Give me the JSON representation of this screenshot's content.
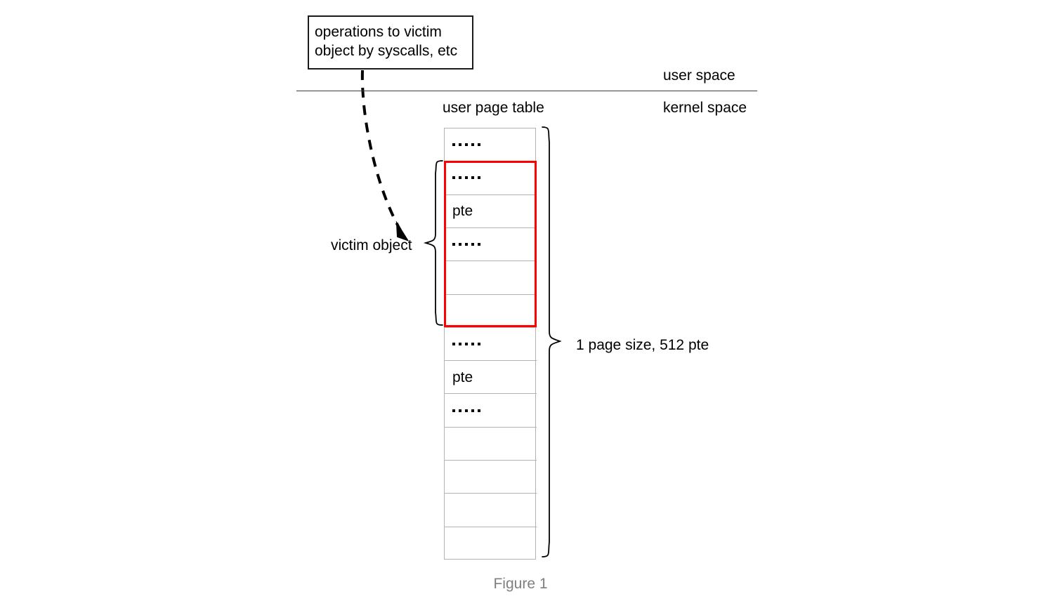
{
  "figure": {
    "caption": "Figure 1"
  },
  "note": {
    "line1": "operations to victim",
    "line2": "object by syscalls, etc"
  },
  "regions": {
    "user_space": "user space",
    "kernel_space": "kernel space",
    "user_page_table": "user page table"
  },
  "annotations": {
    "victim_object": "victim object",
    "page_size": "1 page size, 512 pte"
  },
  "page_table": {
    "cell_count": 13,
    "cells": [
      {
        "kind": "dots",
        "text": "....."
      },
      {
        "kind": "dots",
        "text": "....."
      },
      {
        "kind": "text",
        "text": "pte"
      },
      {
        "kind": "dots",
        "text": "....."
      },
      {
        "kind": "empty",
        "text": ""
      },
      {
        "kind": "empty",
        "text": ""
      },
      {
        "kind": "dots",
        "text": "....."
      },
      {
        "kind": "text",
        "text": "pte"
      },
      {
        "kind": "dots",
        "text": "....."
      },
      {
        "kind": "empty",
        "text": ""
      },
      {
        "kind": "empty",
        "text": ""
      },
      {
        "kind": "empty",
        "text": ""
      },
      {
        "kind": "empty",
        "text": ""
      }
    ],
    "highlight_start_row": 1,
    "highlight_end_row": 5
  },
  "colors": {
    "highlight": "#ff0000",
    "cell_border": "#b3b3b3",
    "divider": "#3d3d3d",
    "note_border": "#1a1a1a",
    "caption": "#7f7f7f",
    "text": "#000000",
    "background": "#ffffff"
  }
}
